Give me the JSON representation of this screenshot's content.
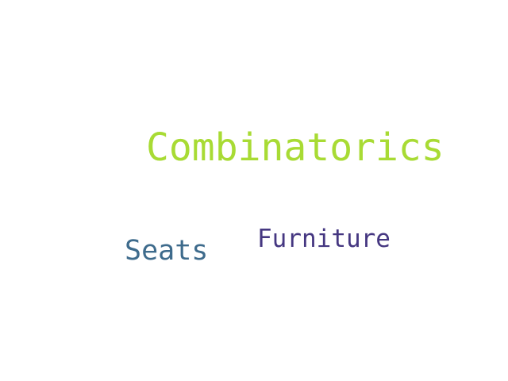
{
  "words": [
    {
      "text": "Combinatorics",
      "color": "#a8db34"
    },
    {
      "text": "Furniture",
      "color": "#453781"
    },
    {
      "text": "Seats",
      "color": "#3e6b8c"
    }
  ]
}
